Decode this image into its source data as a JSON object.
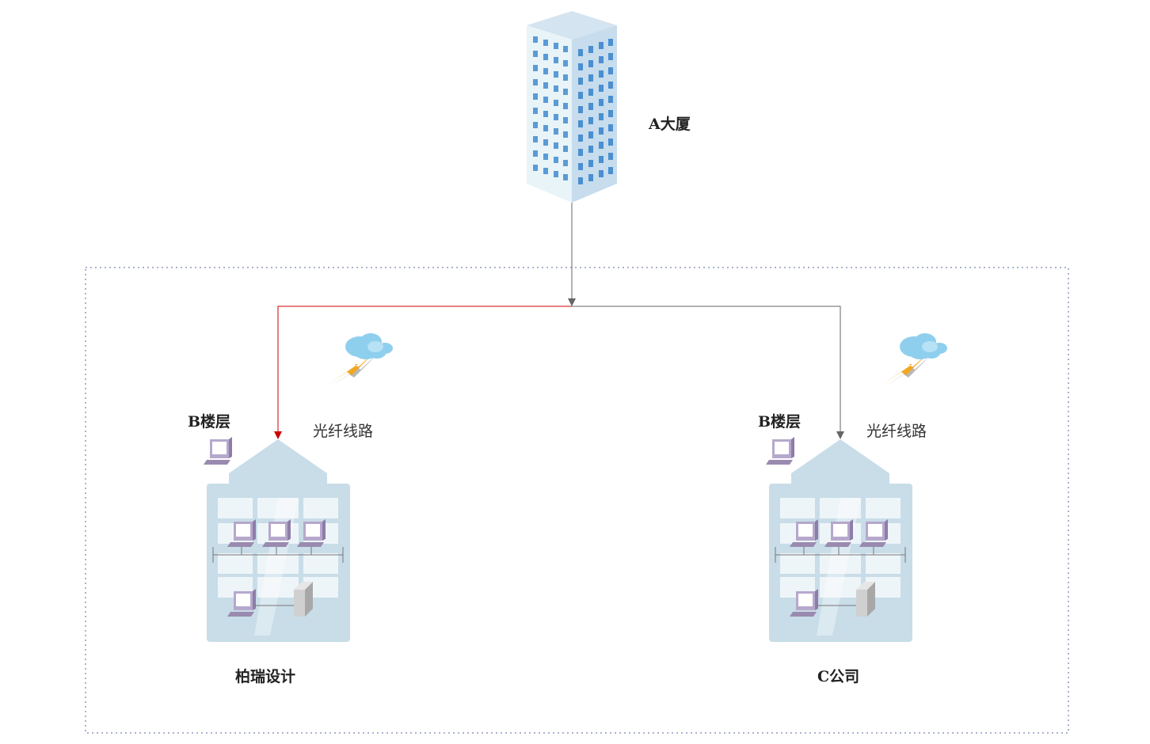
{
  "labels": {
    "a_building": "A大厦",
    "b_floor_left": "B楼层",
    "b_floor_right": "B楼层",
    "fiber_left": "光纤线路",
    "fiber_right": "光纤线路",
    "company_left": "柏瑞设计",
    "company_right": "C公司"
  },
  "colors": {
    "line_gray": "#666666",
    "line_red": "#cc0000",
    "frame_dotted": "#5a6a9a",
    "building_face_light": "#e8f2f8",
    "building_face_dark": "#c7dcec",
    "window_blue": "#5b9bd5",
    "office_body": "#c8dde8",
    "cloud": "#8fcfee",
    "bolt": "#f0a820"
  }
}
